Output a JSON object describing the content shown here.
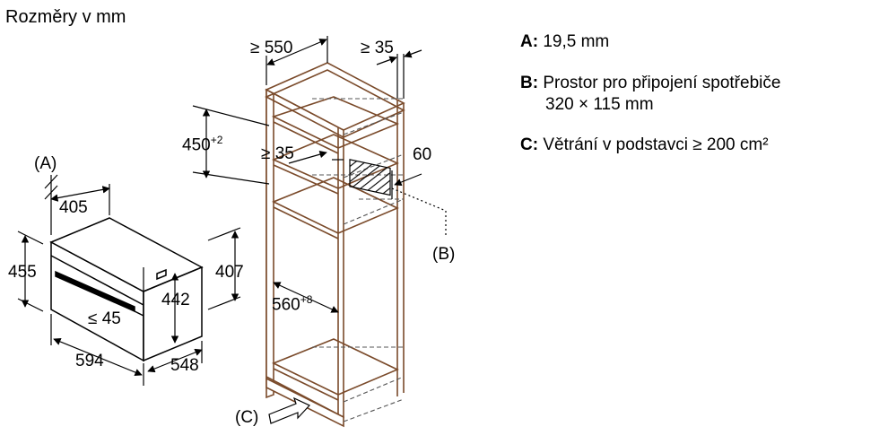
{
  "title": "Rozměry v mm",
  "dims": {
    "d405": "405",
    "d455": "455",
    "d442": "442",
    "d407": "407",
    "d594": "594",
    "d548": "548",
    "le45": "≤ 45",
    "ge550": "≥ 550",
    "ge35_top": "≥ 35",
    "d450": "450",
    "d450_tol": "+2",
    "ge35_mid": "≥ 35",
    "d60": "60",
    "d560": "560",
    "d560_tol": "+8"
  },
  "callouts": {
    "a": "(A)",
    "b": "(B)",
    "c": "(C)"
  },
  "legend": {
    "a_key": "A:",
    "a_text": "19,5 mm",
    "b_key": "B:",
    "b_text1": "Prostor pro připojení spotřebiče",
    "b_text2": "320 × 115 mm",
    "c_key": "C:",
    "c_text": "Větrání v podstavci ≥ 200 cm²"
  },
  "colors": {
    "wall": "#7a4a2a",
    "line": "#000000",
    "hidden": "#555555"
  }
}
